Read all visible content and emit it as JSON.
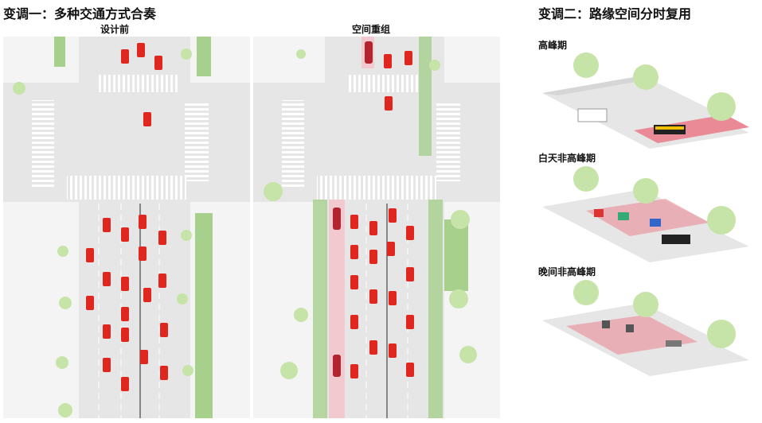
{
  "left_section": {
    "title": "变调一：多种交通方式合奏",
    "plan_before_label": "设计前",
    "plan_after_label": "空间重组"
  },
  "right_section": {
    "title": "变调二：路缘空间分时复用",
    "scenarios": [
      {
        "label": "高峰期"
      },
      {
        "label": "白天非高峰期"
      },
      {
        "label": "晚间非高峰期"
      }
    ]
  },
  "colors": {
    "road": "#e6e6e6",
    "sidewalk": "#f4f4f4",
    "green_lane": "#a8d08d",
    "bus_lane": "#f2c9cf",
    "red_lane": "#e98a96",
    "car": "#e0271f",
    "tree": "#c6e4a8"
  }
}
